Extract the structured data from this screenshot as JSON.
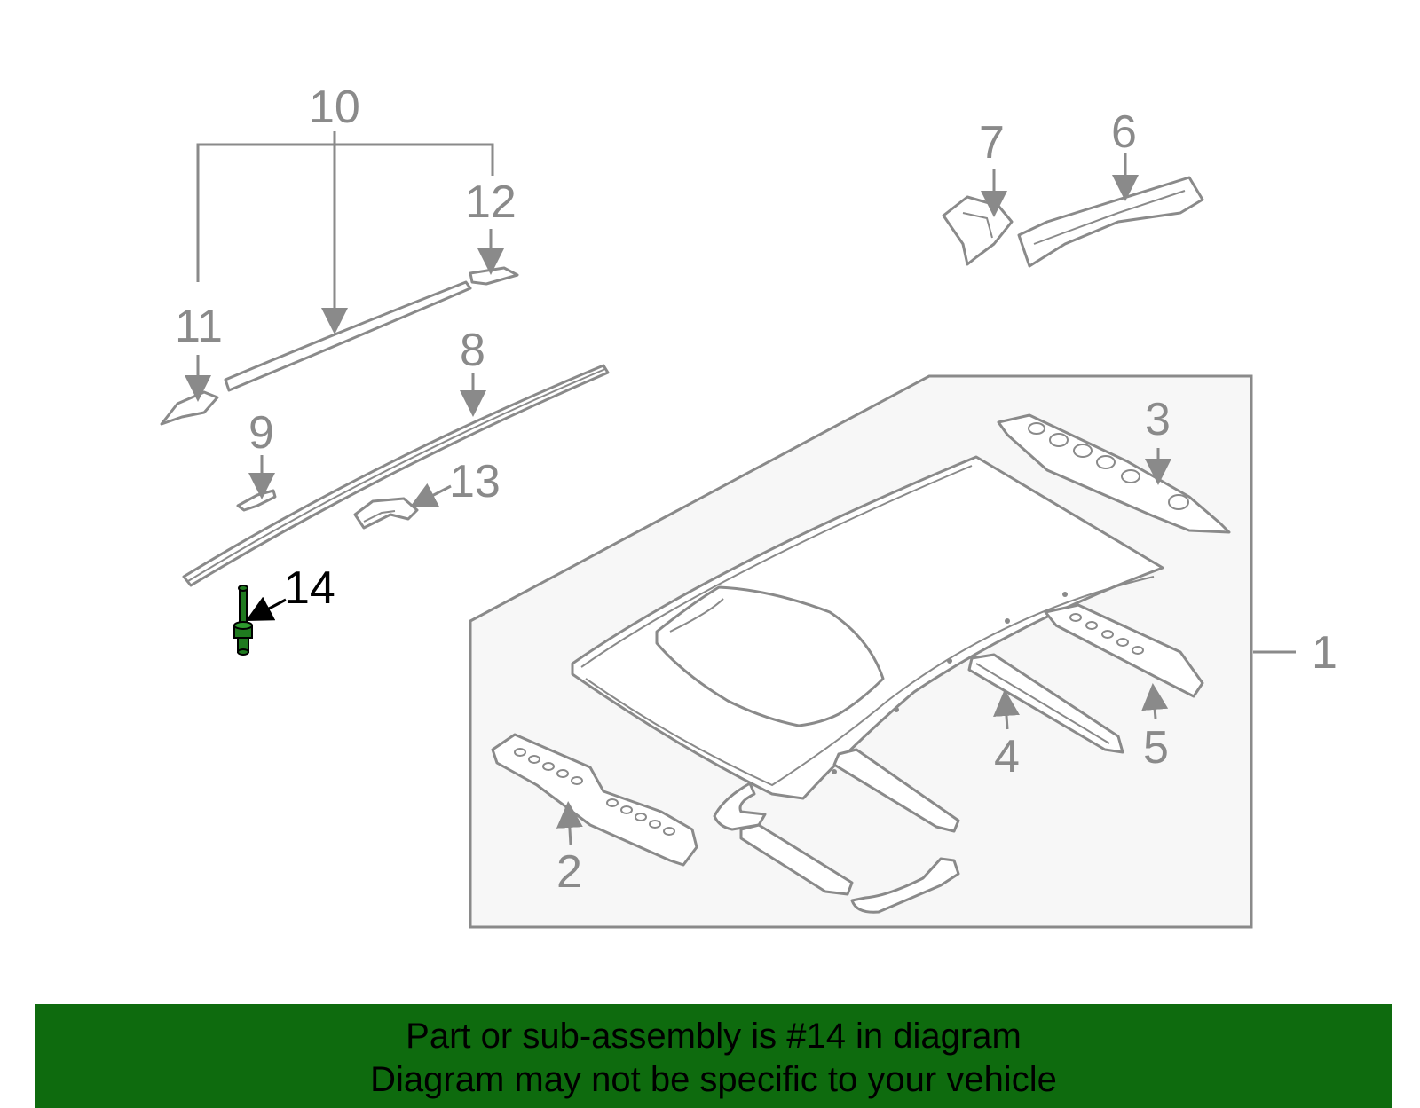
{
  "callouts": [
    {
      "id": "1",
      "label": "1"
    },
    {
      "id": "2",
      "label": "2"
    },
    {
      "id": "3",
      "label": "3"
    },
    {
      "id": "4",
      "label": "4"
    },
    {
      "id": "5",
      "label": "5"
    },
    {
      "id": "6",
      "label": "6"
    },
    {
      "id": "7",
      "label": "7"
    },
    {
      "id": "8",
      "label": "8"
    },
    {
      "id": "9",
      "label": "9"
    },
    {
      "id": "10",
      "label": "10"
    },
    {
      "id": "11",
      "label": "11"
    },
    {
      "id": "12",
      "label": "12"
    },
    {
      "id": "13",
      "label": "13"
    },
    {
      "id": "14",
      "label": "14"
    }
  ],
  "highlighted_part": "14",
  "colors": {
    "highlight": "#1f7a1f",
    "banner": "#0e6b0e",
    "line": "#8a8a8a",
    "panel": "#f7f7f7"
  },
  "banner": {
    "line1": "Part or sub-assembly is #14 in diagram",
    "line2": "Diagram may not be specific to your vehicle"
  }
}
